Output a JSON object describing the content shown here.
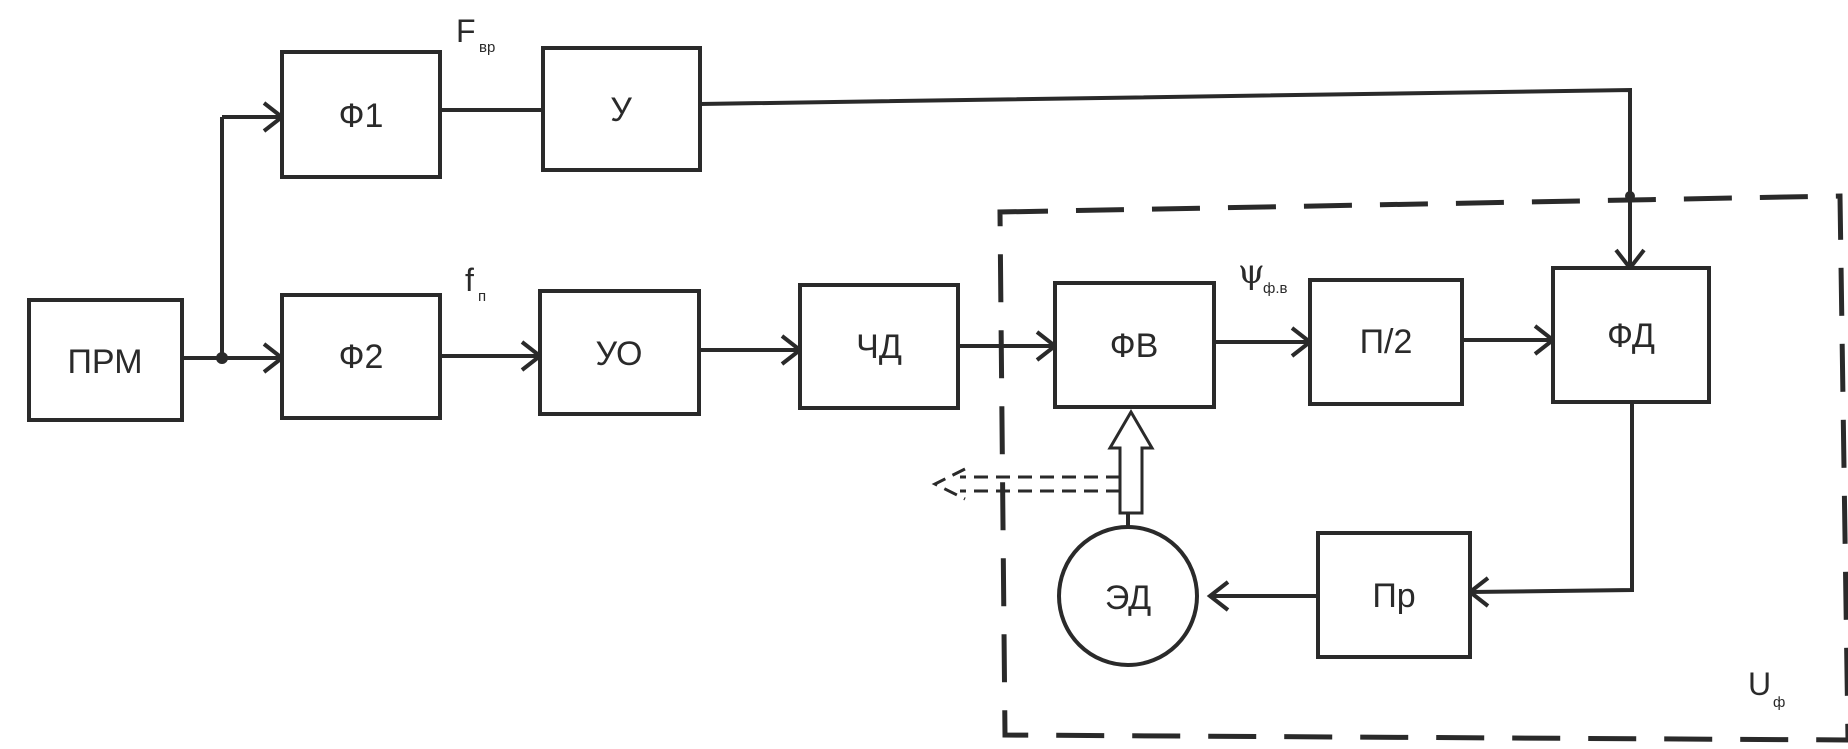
{
  "blocks": {
    "prm": "ПРМ",
    "f1": "Ф1",
    "f2": "Ф2",
    "u": "У",
    "uo": "УО",
    "chd": "ЧД",
    "fv": "ФВ",
    "p2": "П/2",
    "fd": "ФД",
    "pr": "Пр",
    "ed": "ЭД"
  },
  "signals": {
    "f_vr": {
      "main": "F",
      "sub": "вр"
    },
    "f_p": {
      "main": "f",
      "sub": "п"
    },
    "psi_fv": {
      "main": "ψ",
      "sub": "ф.в"
    },
    "u_f": {
      "main": "U",
      "sub": "ф"
    }
  }
}
